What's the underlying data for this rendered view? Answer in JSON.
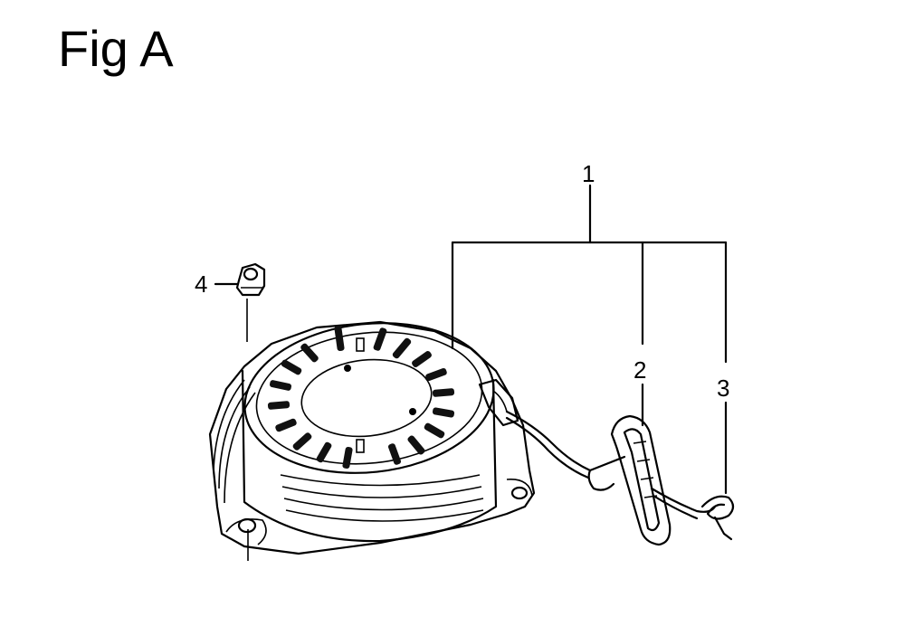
{
  "figure": {
    "title": "Fig A",
    "callouts": {
      "c1": "1",
      "c2": "2",
      "c3": "3",
      "c4": "4"
    },
    "parts_shown": [
      "recoil-starter-housing",
      "starter-grip",
      "starter-rope",
      "flange-nut"
    ]
  }
}
